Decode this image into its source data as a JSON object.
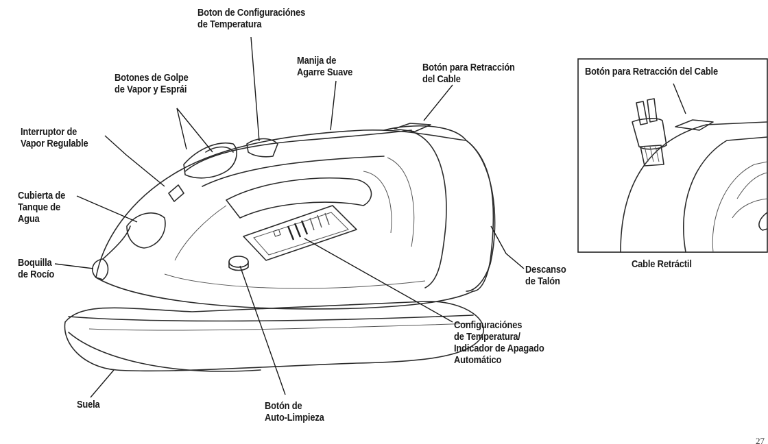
{
  "labels": {
    "temp_button": [
      "Boton de Configuraciónes",
      "de Temperatura"
    ],
    "soft_grip": [
      "Manija de",
      "Agarre Suave"
    ],
    "cord_release_main": [
      "Botón para Retracción",
      "del Cable"
    ],
    "cord_release_inset": [
      "Botón para Retracción del Cable"
    ],
    "burst_spray": [
      "Botones de Golpe",
      "de Vapor y Esprái"
    ],
    "steam_switch": [
      "Interruptor de",
      "Vapor Regulable"
    ],
    "tank_cover": [
      "Cubierta de",
      "Tanque de",
      "Agua"
    ],
    "nozzle": [
      "Boquilla",
      "de Rocío"
    ],
    "heel_rest": [
      "Descanso",
      "de Talón"
    ],
    "retractable_cord": [
      "Cable Retráctil"
    ],
    "temp_indicator": [
      "Configuraciónes",
      "de Temperatura/",
      "Indicador de Apagado",
      "Automático"
    ],
    "soleplate": [
      "Suela"
    ],
    "self_clean": [
      "Botón de",
      "Auto-Limpieza"
    ]
  },
  "page_number": "27"
}
